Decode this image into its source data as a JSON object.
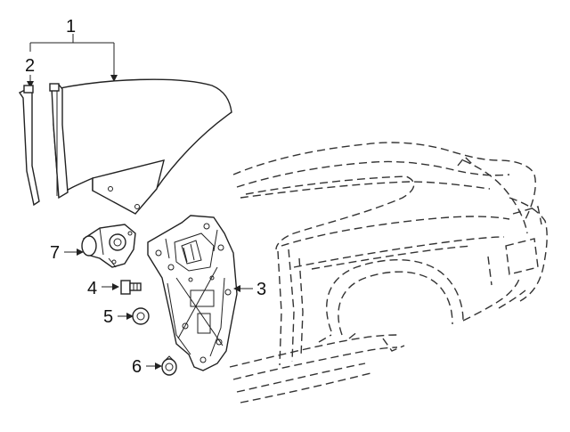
{
  "diagram": {
    "callouts": [
      {
        "id": "1",
        "label": "1"
      },
      {
        "id": "2",
        "label": "2"
      },
      {
        "id": "3",
        "label": "3"
      },
      {
        "id": "4",
        "label": "4"
      },
      {
        "id": "5",
        "label": "5"
      },
      {
        "id": "6",
        "label": "6"
      },
      {
        "id": "7",
        "label": "7"
      }
    ],
    "parts": [
      {
        "callout": "1",
        "depicts": "quarter-glass"
      },
      {
        "callout": "2",
        "depicts": "glass-seal-strip"
      },
      {
        "callout": "3",
        "depicts": "window-regulator-panel"
      },
      {
        "callout": "4",
        "depicts": "bolt"
      },
      {
        "callout": "5",
        "depicts": "washer"
      },
      {
        "callout": "6",
        "depicts": "push-clip"
      },
      {
        "callout": "7",
        "depicts": "window-motor"
      }
    ],
    "colors": {
      "line": "#222222",
      "background": "#ffffff"
    }
  }
}
